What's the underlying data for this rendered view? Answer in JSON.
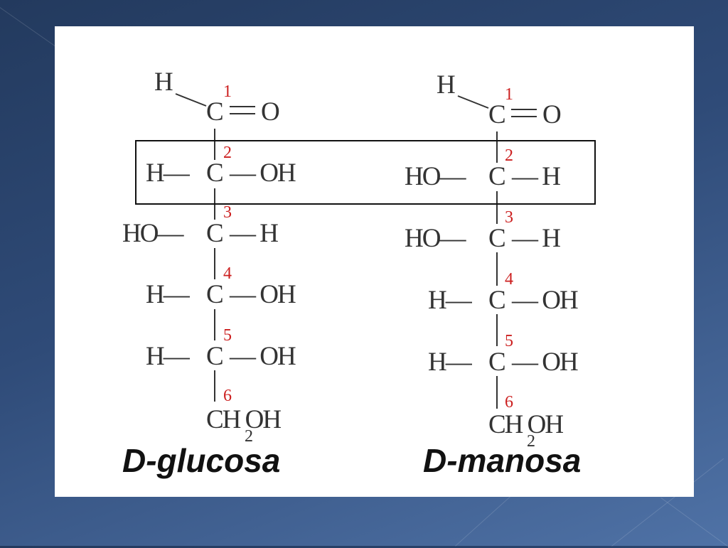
{
  "colors": {
    "carbon_number": "#cc1f1f",
    "atom_text": "#333333",
    "background_top": "#233a5e",
    "background_bottom": "#4f72a6"
  },
  "glucose": {
    "name": "D-glucosa",
    "top_h": "H",
    "c1": {
      "num": "1",
      "carbon": "C",
      "right": "O"
    },
    "c2": {
      "num": "2",
      "left": "H—",
      "carbon": "C",
      "right": "— OH"
    },
    "c3": {
      "num": "3",
      "left": "HO—",
      "carbon": "C",
      "right": "— H"
    },
    "c4": {
      "num": "4",
      "left": "H—",
      "carbon": "C",
      "right": "— OH"
    },
    "c5": {
      "num": "5",
      "left": "H—",
      "carbon": "C",
      "right": "— OH"
    },
    "c6": {
      "num": "6",
      "group": "CH OH",
      "subscript": "2"
    }
  },
  "mannose": {
    "name": "D-manosa",
    "top_h": "H",
    "c1": {
      "num": "1",
      "carbon": "C",
      "right": "O"
    },
    "c2": {
      "num": "2",
      "left": "HO—",
      "carbon": "C",
      "right": "— H"
    },
    "c3": {
      "num": "3",
      "left": "HO—",
      "carbon": "C",
      "right": "— H"
    },
    "c4": {
      "num": "4",
      "left": "H—",
      "carbon": "C",
      "right": "— OH"
    },
    "c5": {
      "num": "5",
      "left": "H—",
      "carbon": "C",
      "right": "— OH"
    },
    "c6": {
      "num": "6",
      "group": "CH OH",
      "subscript": "2"
    }
  }
}
